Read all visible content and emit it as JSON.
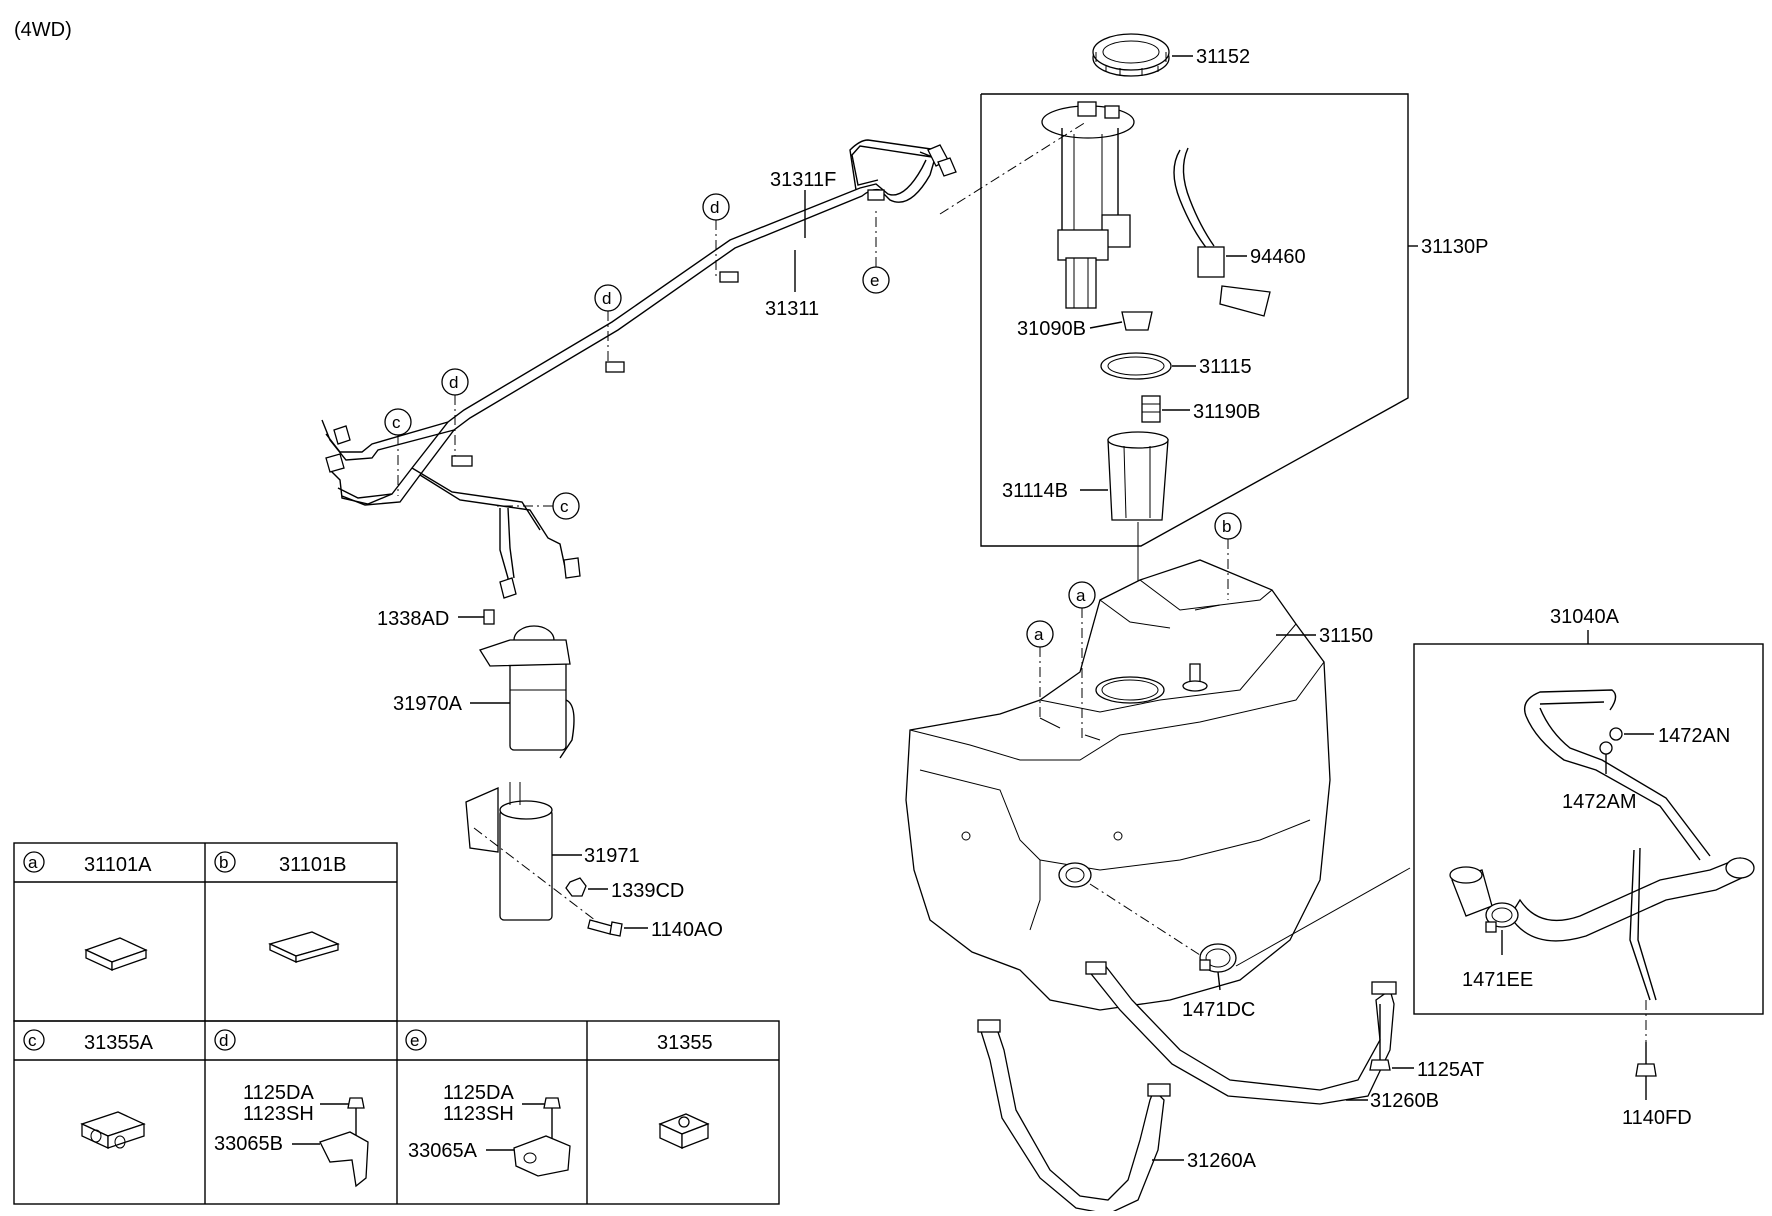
{
  "header": {
    "variant": "(4WD)"
  },
  "parts": {
    "p31152": "31152",
    "p31311F": "31311F",
    "p31311": "31311",
    "p94460": "94460",
    "p31130P": "31130P",
    "p31090B": "31090B",
    "p31115": "31115",
    "p31190B": "31190B",
    "p31114B": "31114B",
    "p31150": "31150",
    "p1338AD": "1338AD",
    "p31970A": "31970A",
    "p31971": "31971",
    "p1339CD": "1339CD",
    "p1140AO": "1140AO",
    "p31040A": "31040A",
    "p1472AN": "1472AN",
    "p1472AM": "1472AM",
    "p1471EE": "1471EE",
    "p1471DC": "1471DC",
    "p1125AT": "1125AT",
    "p31260B": "31260B",
    "p31260A": "31260A",
    "p1140FD": "1140FD"
  },
  "callouts": {
    "a": "a",
    "b": "b",
    "c": "c",
    "d": "d",
    "e": "e"
  },
  "legend": {
    "cells": [
      {
        "letter": "a",
        "part": "31101A"
      },
      {
        "letter": "b",
        "part": "31101B"
      },
      {
        "letter": "c",
        "part": "31355A"
      },
      {
        "letter": "d",
        "part": "",
        "labels": [
          "1125DA",
          "1123SH",
          "33065B"
        ]
      },
      {
        "letter": "e",
        "part": "",
        "labels": [
          "1125DA",
          "1123SH",
          "33065A"
        ]
      },
      {
        "letter": "",
        "part": "31355"
      }
    ]
  }
}
